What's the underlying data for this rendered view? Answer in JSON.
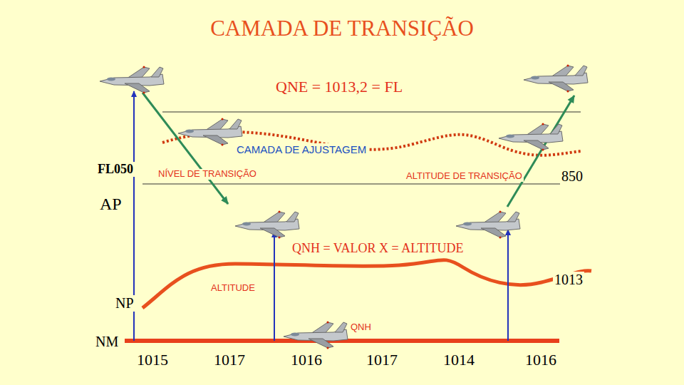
{
  "diagram": {
    "title": "CAMADA DE TRANSIÇÃO",
    "labels": [
      "QNE = 1013,2 = FL",
      "CAMADA DE AJUSTAGEM",
      "FL050",
      "NÍVEL DE TRANSIÇÃO",
      "ALTITUDE DE TRANSIÇÃO",
      "850",
      "AP",
      "QNH = VALOR X = ALTITUDE",
      "1013",
      "ALTITUDE",
      "NP",
      "QNH",
      "NM",
      "1015",
      "1017",
      "1016",
      "1017",
      "1014",
      "1016"
    ]
  }
}
